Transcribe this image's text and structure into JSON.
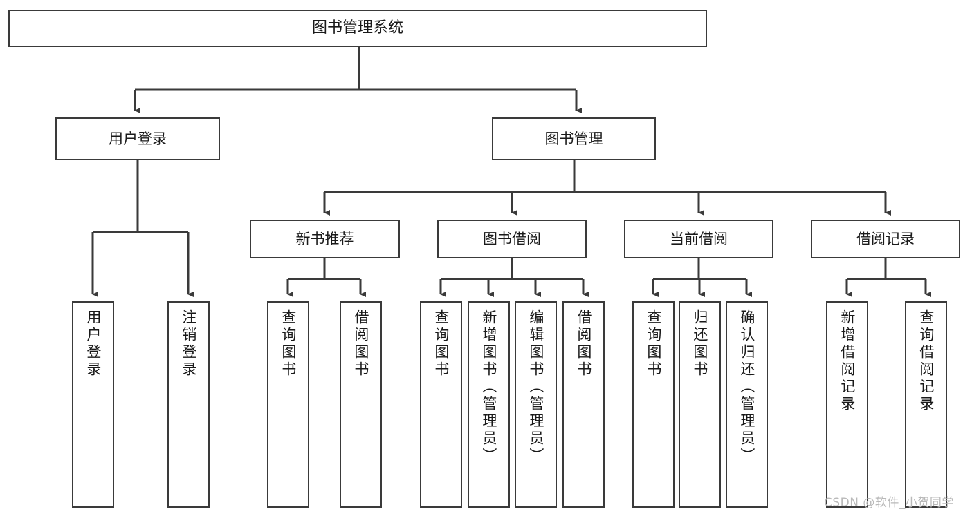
{
  "diagram": {
    "title": "图书管理系统",
    "type": "hierarchy-tree",
    "watermark": "CSDN @软件_小贺同学",
    "style": {
      "box_border": "#3a3a3a",
      "box_fill": "#ffffff",
      "line": "#3a3a3a",
      "text": "#1a1a1a",
      "watermark_color": "#b9b9b9"
    },
    "root": {
      "label": "图书管理系统"
    },
    "level2": [
      {
        "label": "用户登录"
      },
      {
        "label": "图书管理"
      }
    ],
    "level3": [
      {
        "label": "新书推荐"
      },
      {
        "label": "图书借阅"
      },
      {
        "label": "当前借阅"
      },
      {
        "label": "借阅记录"
      }
    ],
    "leaves": {
      "user_login": [
        {
          "label": "用户登录"
        },
        {
          "label": "注销登录"
        }
      ],
      "new_book_recommend": [
        {
          "label": "查询图书"
        },
        {
          "label": "借阅图书"
        }
      ],
      "book_borrow": [
        {
          "label": "查询图书"
        },
        {
          "label": "新增图书（管理员）"
        },
        {
          "label": "编辑图书（管理员）"
        },
        {
          "label": "借阅图书"
        }
      ],
      "current_borrow": [
        {
          "label": "查询图书"
        },
        {
          "label": "归还图书"
        },
        {
          "label": "确认归还（管理员）"
        }
      ],
      "borrow_record": [
        {
          "label": "新增借阅记录"
        },
        {
          "label": "查询借阅记录"
        }
      ]
    }
  }
}
